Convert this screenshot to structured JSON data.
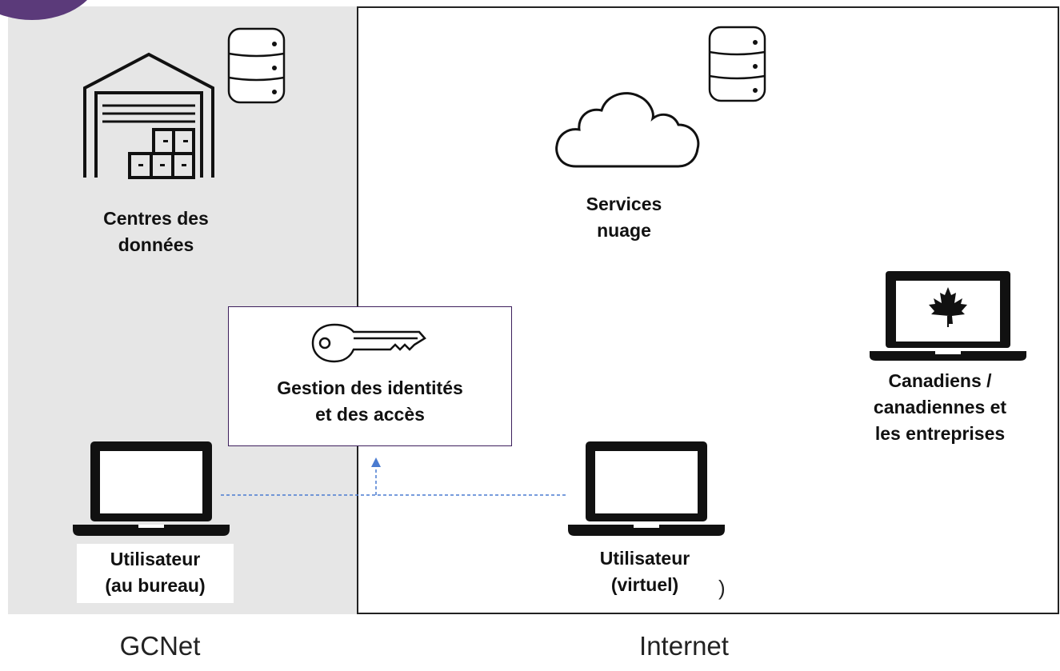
{
  "zones": {
    "gcnet_label": "GCNet",
    "internet_label": "Internet"
  },
  "nodes": {
    "datacenter": {
      "line1": "Centres des",
      "line2": "données",
      "icon": "warehouse-icon"
    },
    "cloud": {
      "line1": "Services",
      "line2": "nuage",
      "icon": "cloud-icon"
    },
    "iam": {
      "line1": "Gestion des identités",
      "line2": "et des accès",
      "icon": "key-icon"
    },
    "citizens": {
      "line1": "Canadiens /",
      "line2": "canadiennes et",
      "line3": "les entreprises",
      "icon": "laptop-maple-leaf-icon"
    },
    "office_user": {
      "line1": "Utilisateur",
      "line2": "(au bureau)",
      "icon": "laptop-icon"
    },
    "virtual_user": {
      "line1": "Utilisateur",
      "line2": "(virtuel)",
      "icon": "laptop-icon"
    }
  },
  "stray_glyph": ")",
  "colors": {
    "gcnet_bg": "#e6e6e6",
    "accent_purple": "#5b3a7a",
    "iam_border": "#3d1f5c",
    "connector_blue": "#4a7bd0"
  }
}
